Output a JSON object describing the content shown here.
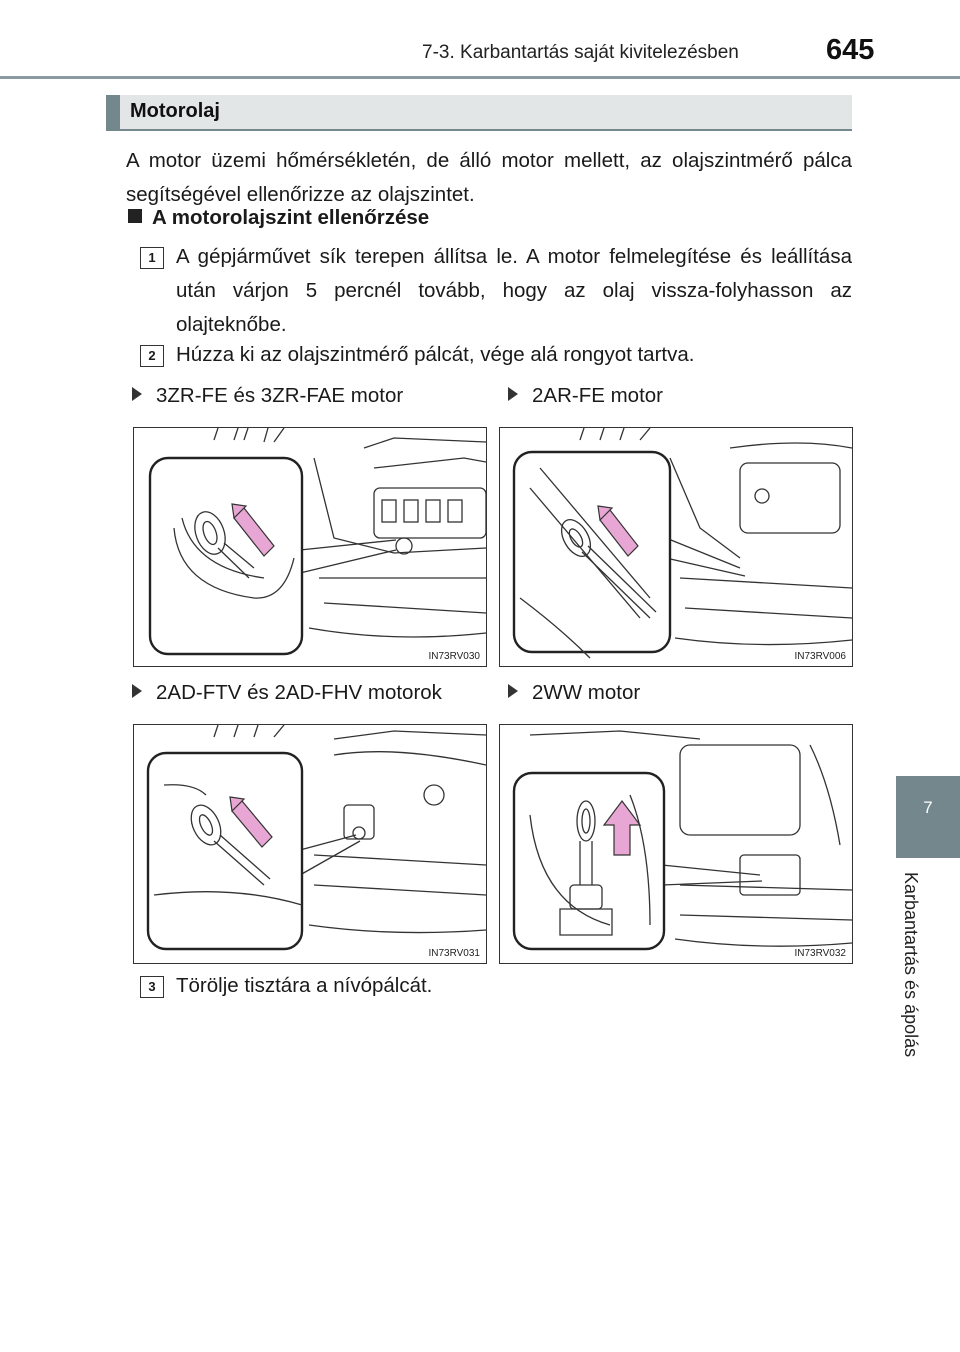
{
  "header": {
    "section": "7-3. Karbantartás saját kivitelezésben",
    "page_number": "645"
  },
  "section": {
    "title": "Motorolaj"
  },
  "intro": "A motor üzemi hőmérsékletén, de álló motor mellett, az olajszintmérő pálca segítségével ellenőrizze az olajszintet.",
  "subheading": "A motorolajszint ellenőrzése",
  "steps": [
    {
      "num": "1",
      "text": "A gépjárművet sík terepen állítsa le. A motor felmelegítése és leállítása után várjon 5 percnél tovább, hogy az olaj vissza-folyhasson az olajteknőbe."
    },
    {
      "num": "2",
      "text": "Húzza ki az olajszintmérő pálcát, vége alá rongyot tartva."
    },
    {
      "num": "3",
      "text": "Törölje tisztára a nívópálcát."
    }
  ],
  "figures": [
    {
      "caption": "3ZR-FE és 3ZR-FAE motor",
      "code": "IN73RV030"
    },
    {
      "caption": "2AR-FE motor",
      "code": "IN73RV006"
    },
    {
      "caption": "2AD-FTV és 2AD-FHV motorok",
      "code": "IN73RV031"
    },
    {
      "caption": "2WW motor",
      "code": "IN73RV032"
    }
  ],
  "side_tab": {
    "number": "7",
    "label": "Karbantartás és ápolás"
  },
  "colors": {
    "accent": "#74878c",
    "bar_bg": "#e3e6e7",
    "arrow": "#e8a6d4"
  }
}
